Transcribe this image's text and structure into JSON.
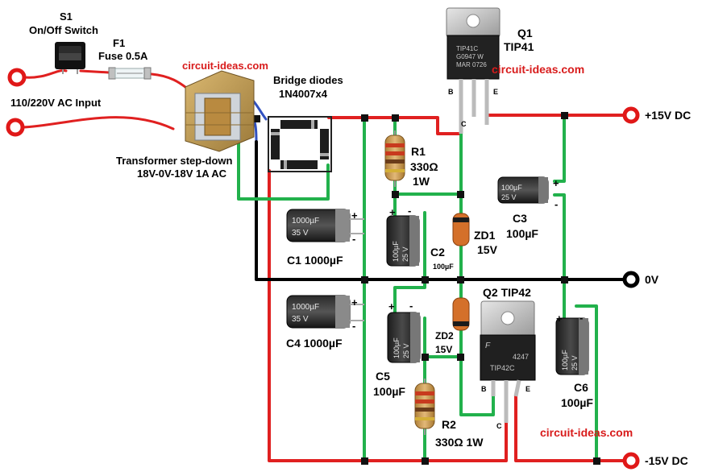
{
  "switch": {
    "name": "S1",
    "desc": "On/Off Switch"
  },
  "fuse": {
    "name": "F1",
    "desc": "Fuse 0.5A"
  },
  "ac_input": "110/220V AC Input",
  "transformer": {
    "line1": "Transformer step-down",
    "line2": "18V-0V-18V 1A AC"
  },
  "bridge": {
    "line1": "Bridge diodes",
    "line2": "1N4007x4"
  },
  "q1": {
    "name": "Q1",
    "part": "TIP41",
    "pins": {
      "b": "B",
      "c": "C",
      "e": "E"
    },
    "marking": [
      "TIP41C",
      "G0947 W",
      "MAR 0726"
    ]
  },
  "q2": {
    "name": "Q2 TIP42",
    "pins": {
      "b": "B",
      "c": "C",
      "e": "E"
    },
    "marking": [
      "4247",
      "TIP42C"
    ]
  },
  "r1": {
    "name": "R1",
    "value": "330Ω",
    "power": "1W"
  },
  "r2": {
    "name": "R2",
    "value": "330Ω 1W"
  },
  "zd1": {
    "name": "ZD1",
    "value": "15V"
  },
  "zd2": {
    "name": "ZD2",
    "value": "15V"
  },
  "c1": {
    "label": "C1 1000µF",
    "body": "1000µF",
    "volt": "35 V"
  },
  "c2": {
    "name": "C2",
    "value": "100µF",
    "body": "100µF",
    "volt": "25 V"
  },
  "c3": {
    "name": "C3",
    "value": "100µF",
    "body": "100µF",
    "volt": "25 V"
  },
  "c4": {
    "label": "C4 1000µF",
    "body": "1000µF",
    "volt": "35 V"
  },
  "c5": {
    "name": "C5",
    "value": "100µF",
    "body": "100µF",
    "volt": "25 V"
  },
  "c6": {
    "name": "C6",
    "value": "100µF",
    "body": "100µF",
    "volt": "25 V"
  },
  "polarity": {
    "plus": "+",
    "minus": "-"
  },
  "outputs": {
    "pos": "+15V DC",
    "gnd": "0V",
    "neg": "-15V DC"
  },
  "watermark": "circuit-ideas.com",
  "colors": {
    "pos_wire": "#e02020",
    "green_wire": "#22b14c",
    "gnd_wire": "#000000",
    "terminal": "#e01818"
  }
}
